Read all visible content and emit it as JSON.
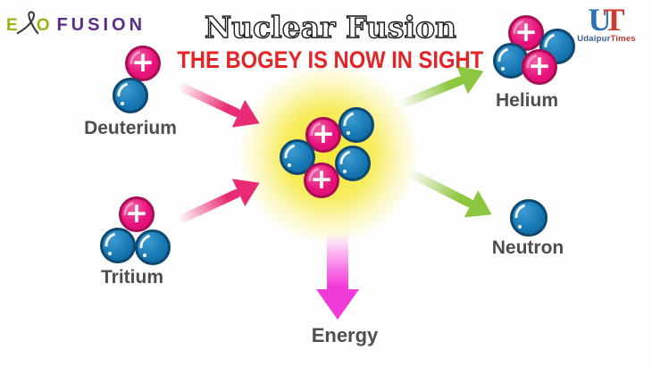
{
  "logos": {
    "exo": {
      "e": "E",
      "o": "O",
      "fusion": "FUSION"
    },
    "udaipur_times": {
      "u": "U",
      "t": "T",
      "udaipur": "Udaipur",
      "times": "Times"
    }
  },
  "header": {
    "title": "Nuclear Fusion",
    "subtitle": "THE BOGEY IS NOW IN SIGHT"
  },
  "labels": {
    "deuterium": "Deuterium",
    "tritium": "Tritium",
    "helium": "Helium",
    "neutron": "Neutron",
    "energy": "Energy"
  },
  "symbols": {
    "plus": "+"
  },
  "colors": {
    "proton_pink": "#e8137d",
    "neutron_blue": "#1879b6",
    "arrow_pink": "#e92a74",
    "arrow_green": "#8dc63f",
    "energy_magenta": "#f23ad9",
    "glow_yellow": "#f6e838",
    "subtitle_red": "#e42528",
    "fusion_purple": "#5c2d87",
    "exo_green": "#9fb010",
    "ut_blue": "#2f6fb5",
    "ut_red": "#cc3b31",
    "label_gray": "#4e4e4e"
  }
}
